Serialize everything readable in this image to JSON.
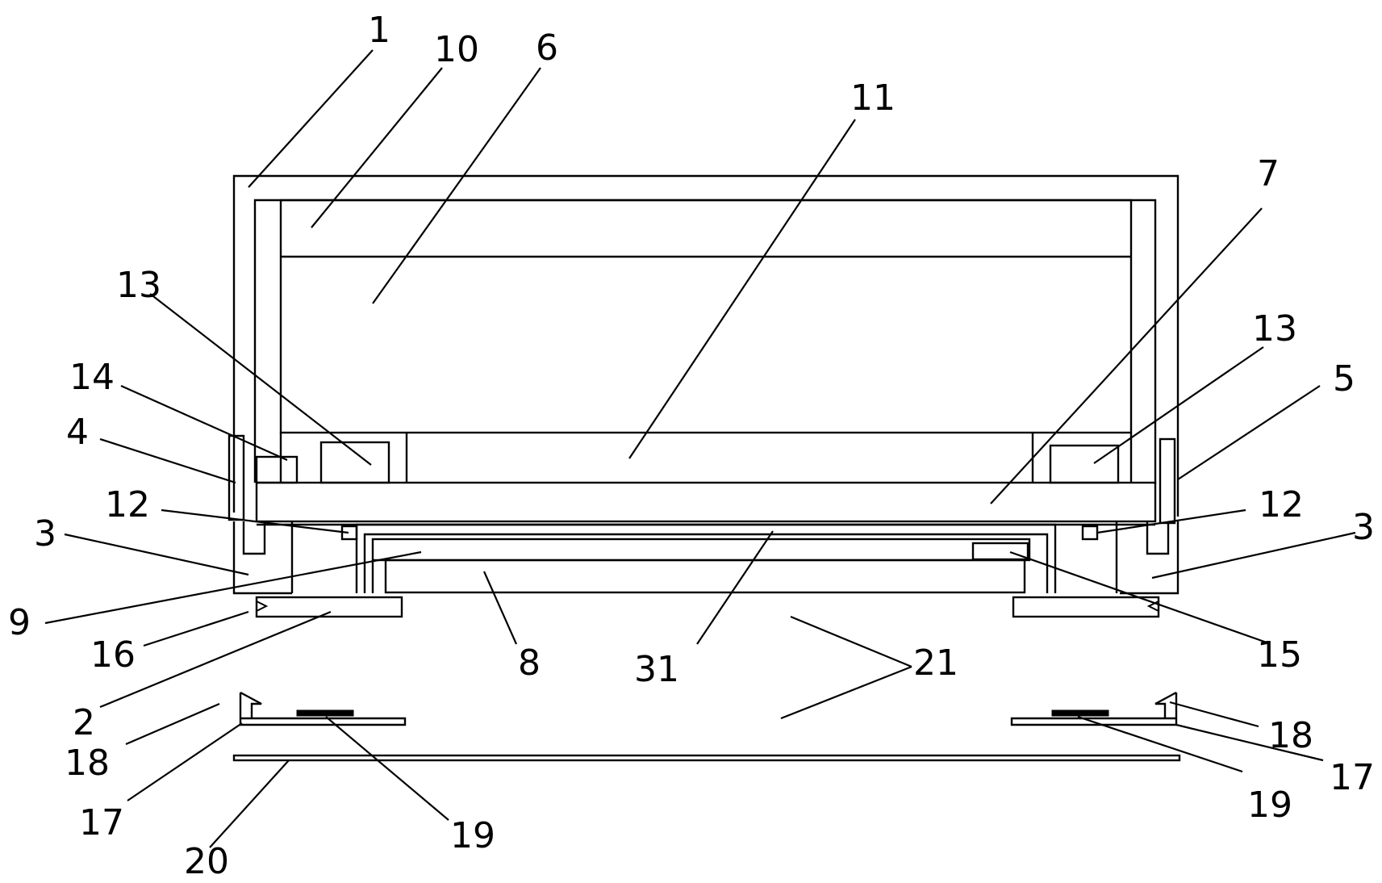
{
  "labels": {
    "l1": "1",
    "l10": "10",
    "l6": "6",
    "l11": "11",
    "l7": "7",
    "l13a": "13",
    "l13b": "13",
    "l14": "14",
    "l5": "5",
    "l4": "4",
    "l12a": "12",
    "l12b": "12",
    "l3a": "3",
    "l3b": "3",
    "l9": "9",
    "l16": "16",
    "l8": "8",
    "l31": "31",
    "l21": "21",
    "l15": "15",
    "l2": "2",
    "l18a": "18",
    "l18b": "18",
    "l17a": "17",
    "l17b": "17",
    "l19a": "19",
    "l19b": "19",
    "l20": "20"
  }
}
